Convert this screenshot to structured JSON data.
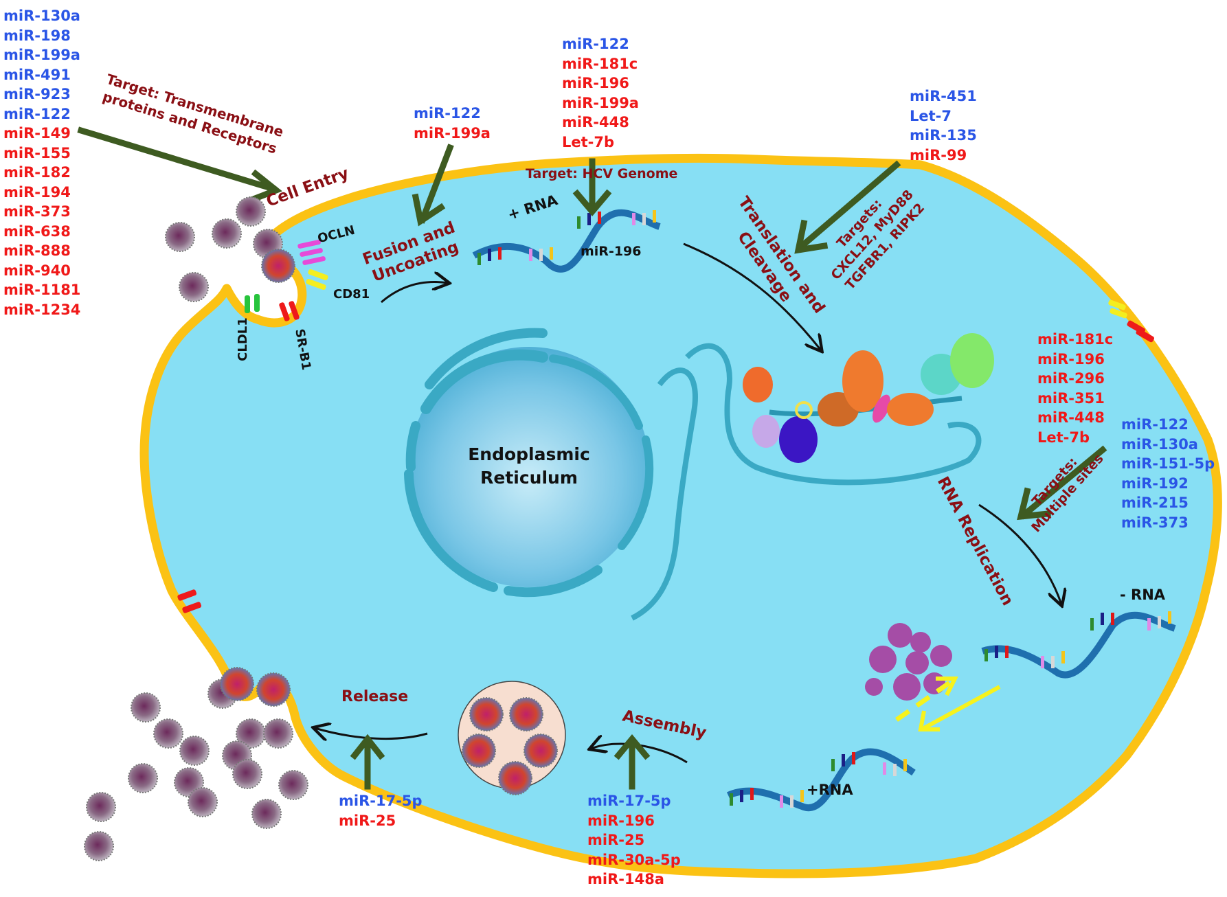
{
  "colors": {
    "cytoplasm": "#87dff4",
    "membrane": "#fbc214",
    "upregulated_blue": "#2a55e6",
    "downregulated_red": "#f01818",
    "step_label": "#8a0f14",
    "inhibit_arrow": "#3e5b21",
    "er": "#3aa9c4"
  },
  "organelles": {
    "er_label_line1": "Endoplasmic",
    "er_label_line2": "Reticulum"
  },
  "steps": {
    "cell_entry": "Cell Entry",
    "fusion_line1": "Fusion and",
    "fusion_line2": "Uncoating",
    "translation_line1": "Translation and",
    "translation_line2": "Cleavage",
    "replication": "RNA Replication",
    "assembly": "Assembly",
    "release": "Release"
  },
  "receptors": {
    "ocln": "OCLN",
    "cd81": "CD81",
    "cldl1": "CLDL1",
    "srb1": "SR-B1"
  },
  "rna_labels": {
    "plus_rna_top": "+ RNA",
    "minus_rna": "- RNA",
    "plus_rna_bottom": "+RNA",
    "mir196_on_genome": "miR-196"
  },
  "targets": {
    "entry_line1": "Target: Transmembrane",
    "entry_line2": "proteins and Receptors",
    "genome": "Target: HCV Genome",
    "translation_line1": "Targets:",
    "translation_line2": "CXCL12, MyD88",
    "translation_line3": "TGFBR1, RIPK2",
    "replication_line1": "Targets:",
    "replication_line2": "Multiple sites"
  },
  "mirna_groups": {
    "entry": [
      {
        "name": "miR-130a",
        "color": "blue"
      },
      {
        "name": "miR-198",
        "color": "blue"
      },
      {
        "name": "miR-199a",
        "color": "blue"
      },
      {
        "name": "miR-491",
        "color": "blue"
      },
      {
        "name": "miR-923",
        "color": "blue"
      },
      {
        "name": "miR-122",
        "color": "blue"
      },
      {
        "name": "miR-149",
        "color": "red"
      },
      {
        "name": "miR-155",
        "color": "red"
      },
      {
        "name": "miR-182",
        "color": "red"
      },
      {
        "name": "miR-194",
        "color": "red"
      },
      {
        "name": "miR-373",
        "color": "red"
      },
      {
        "name": "miR-638",
        "color": "red"
      },
      {
        "name": "miR-888",
        "color": "red"
      },
      {
        "name": "miR-940",
        "color": "red"
      },
      {
        "name": "miR-1181",
        "color": "red"
      },
      {
        "name": "miR-1234",
        "color": "red"
      }
    ],
    "fusion": [
      {
        "name": "miR-122",
        "color": "blue"
      },
      {
        "name": "miR-199a",
        "color": "red"
      }
    ],
    "genome": [
      {
        "name": "miR-122",
        "color": "blue"
      },
      {
        "name": "miR-181c",
        "color": "red"
      },
      {
        "name": "miR-196",
        "color": "red"
      },
      {
        "name": "miR-199a",
        "color": "red"
      },
      {
        "name": "miR-448",
        "color": "red"
      },
      {
        "name": "Let-7b",
        "color": "red"
      }
    ],
    "translation": [
      {
        "name": "miR-451",
        "color": "blue"
      },
      {
        "name": "Let-7",
        "color": "blue"
      },
      {
        "name": "miR-135",
        "color": "blue"
      },
      {
        "name": "miR-99",
        "color": "red"
      }
    ],
    "replication_red": [
      {
        "name": "miR-181c",
        "color": "red"
      },
      {
        "name": "miR-196",
        "color": "red"
      },
      {
        "name": "miR-296",
        "color": "red"
      },
      {
        "name": "miR-351",
        "color": "red"
      },
      {
        "name": "miR-448",
        "color": "red"
      },
      {
        "name": "Let-7b",
        "color": "red"
      }
    ],
    "replication_blue": [
      {
        "name": "miR-122",
        "color": "blue"
      },
      {
        "name": "miR-130a",
        "color": "blue"
      },
      {
        "name": "miR-151-5p",
        "color": "blue"
      },
      {
        "name": "miR-192",
        "color": "blue"
      },
      {
        "name": "miR-215",
        "color": "blue"
      },
      {
        "name": "miR-373",
        "color": "blue"
      }
    ],
    "assembly": [
      {
        "name": "miR-17-5p",
        "color": "blue"
      },
      {
        "name": "miR-196",
        "color": "red"
      },
      {
        "name": "miR-25",
        "color": "red"
      },
      {
        "name": "miR-30a-5p",
        "color": "red"
      },
      {
        "name": "miR-148a",
        "color": "red"
      }
    ],
    "release": [
      {
        "name": "miR-17-5p",
        "color": "blue"
      },
      {
        "name": "miR-25",
        "color": "red"
      }
    ]
  }
}
